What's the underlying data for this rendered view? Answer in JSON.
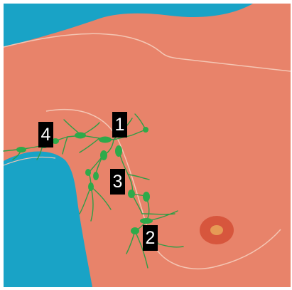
{
  "colors": {
    "background_blue": "#19a3c6",
    "skin": "#e8836a",
    "outline": "#f4c6b4",
    "lymph": "#2eaa4a",
    "vessel": "#2f9d45",
    "nipple_outer": "#d7563d",
    "nipple_inner": "#e69a55",
    "marker_bg": "#000000",
    "marker_text": "#ffffff"
  },
  "markers": [
    {
      "label": "1"
    },
    {
      "label": "2"
    },
    {
      "label": "3"
    },
    {
      "label": "4"
    }
  ]
}
